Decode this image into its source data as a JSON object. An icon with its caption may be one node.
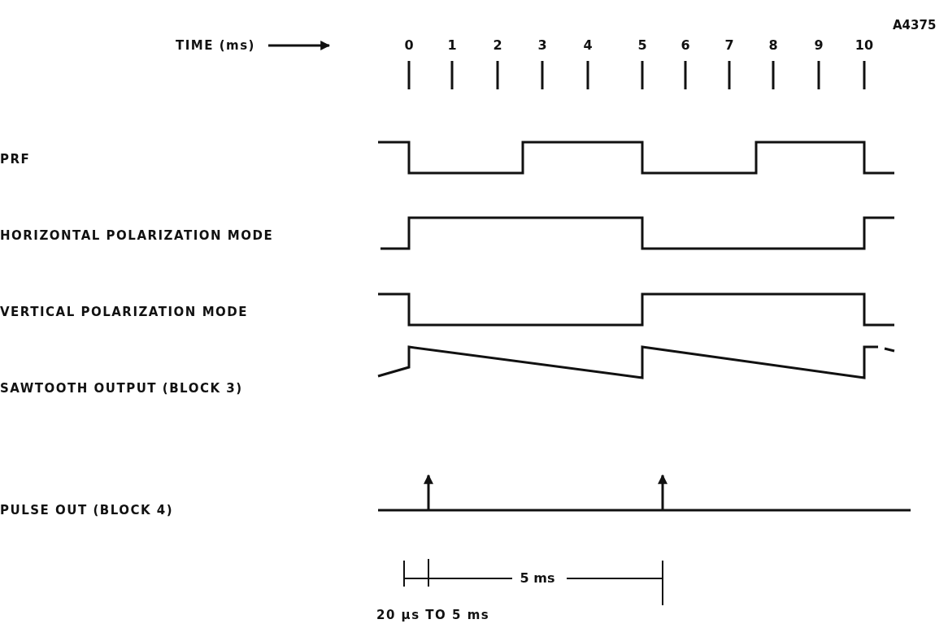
{
  "diagram": {
    "labels": [
      "A4375",
      "TIME (ms)",
      "0",
      "1",
      "2",
      "3",
      "4",
      "5",
      "6",
      "7",
      "8",
      "9",
      "10",
      "PRF",
      "HORIZONTAL POLARIZATION MODE",
      "VERTICAL POLARIZATION MODE",
      "SAWTOOTH OUTPUT (BLOCK 3)",
      "PULSE OUT (BLOCK 4)",
      "5 ms",
      "20 μs TO 5 ms"
    ]
  }
}
